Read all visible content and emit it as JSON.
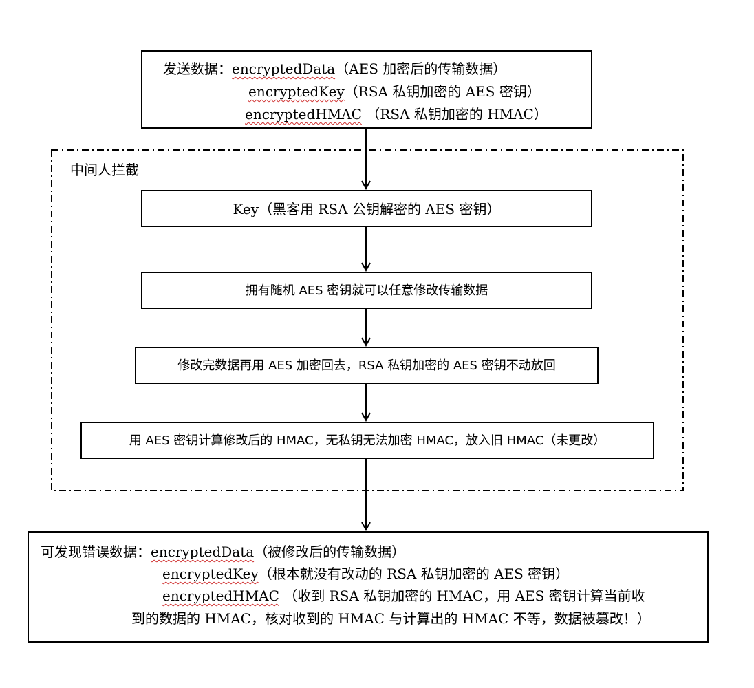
{
  "send_box": {
    "prefix": "发送数据：",
    "lines": [
      {
        "term": "encryptedData",
        "desc": "（AES 加密后的传输数据）"
      },
      {
        "term": "encryptedKey",
        "desc": "（RSA 私钥加密的 AES 密钥）"
      },
      {
        "term": "encryptedHMAC",
        "desc": " （RSA 私钥加密的 HMAC）"
      }
    ]
  },
  "mitm": {
    "label": "中间人拦截",
    "steps": [
      "Key（黑客用 RSA 公钥解密的 AES 密钥）",
      "拥有随机 AES 密钥就可以任意修改传输数据",
      "修改完数据再用 AES 加密回去，RSA 私钥加密的 AES 密钥不动放回",
      "用 AES 密钥计算修改后的 HMAC，无私钥无法加密 HMAC，放入旧 HMAC（未更改）"
    ]
  },
  "detect_box": {
    "prefix": "可发现错误数据：",
    "lines": [
      {
        "term": "encryptedData",
        "desc": "（被修改后的传输数据）"
      },
      {
        "term": "encryptedKey",
        "desc": "（根本就没有改动的 RSA 私钥加密的 AES 密钥）"
      },
      {
        "term": "encryptedHMAC",
        "desc": " （收到 RSA 私钥加密的 HMAC，用 AES 密钥计算当前收"
      }
    ],
    "continuation": "到的数据的 HMAC，核对收到的 HMAC 与计算出的 HMAC 不等，数据被篡改！）"
  }
}
